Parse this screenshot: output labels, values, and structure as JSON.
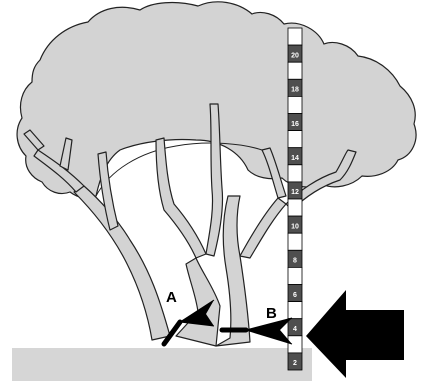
{
  "labels": {
    "a": "A",
    "b": "B"
  },
  "measuring_pole": {
    "tick_labels": [
      "20",
      "18",
      "16",
      "14",
      "12",
      "10",
      "8",
      "6",
      "4",
      "2"
    ]
  },
  "colors": {
    "canopy": "#d3d3d3",
    "trunk": "#d3d3d3",
    "outline": "#222222",
    "ground": "#d6d6d6",
    "pole_dark": "#4f4f4f",
    "pole_light": "#ffffff",
    "arrow": "#000000"
  }
}
